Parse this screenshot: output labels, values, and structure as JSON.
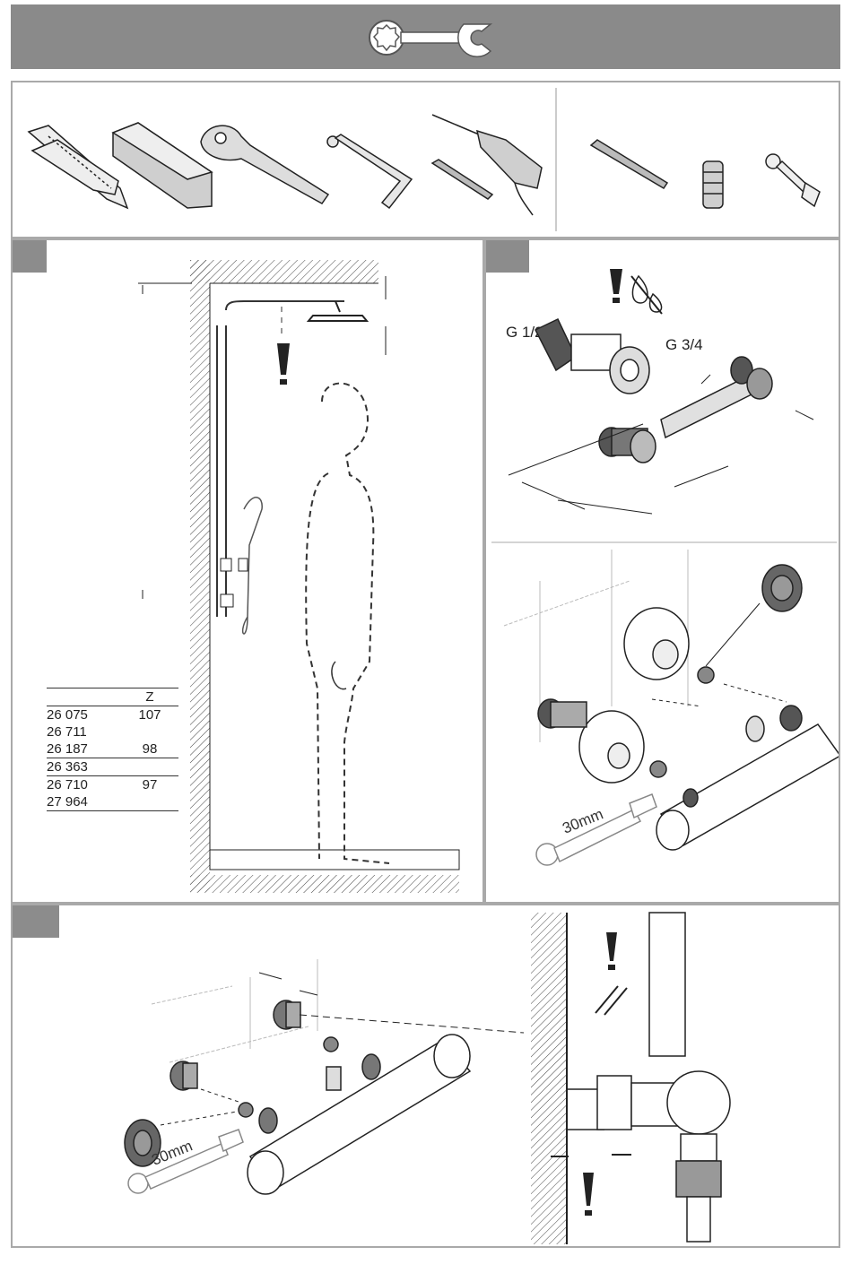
{
  "header": {
    "icon": "wrench-icon",
    "background": "#8a8a8a"
  },
  "tools": {
    "general": [
      "pliers-icon",
      "spirit-level-icon",
      "adjustable-wrench-icon",
      "hex-key-icon",
      "drill-icon",
      "drill-bit-icon"
    ],
    "supplied": [
      "drill-bit-icon",
      "wall-plug-icon",
      "spanner-icon"
    ]
  },
  "table": {
    "header_label": "Z",
    "rows": [
      {
        "article": "26 075",
        "value": "107"
      },
      {
        "article": "26 711",
        "value": ""
      },
      {
        "article": "26 187",
        "value": "98"
      },
      {
        "article": "26 363",
        "value": ""
      },
      {
        "article": "26 710",
        "value": "97"
      },
      {
        "article": "27 964",
        "value": ""
      }
    ]
  },
  "labels": {
    "thread_g_half": "G 1/2",
    "thread_g_three_quarter": "G 3/4",
    "wrench_size_1": "30mm",
    "wrench_size_2": "30mm"
  },
  "colors": {
    "panel_border": "#a9a9a9",
    "step_tab": "#8c8c8c"
  }
}
